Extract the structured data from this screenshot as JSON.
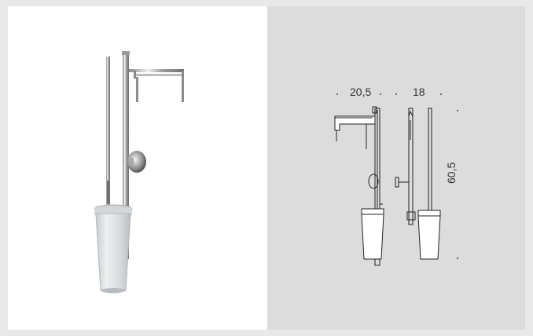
{
  "dimensions": {
    "width_label": "20,5",
    "depth_label": "18",
    "height_label": "60,5"
  },
  "colors": {
    "background": "#e8e8e8",
    "photo_panel": "#ffffff",
    "drawing_panel": "#dcdcdc",
    "chrome": "#b8b8b8",
    "glass": "#d9dde0",
    "line": "#222222"
  },
  "images": {
    "product_photo": "toilet-brush-and-paper-holder-stand-photo",
    "technical_drawing": "front-and-side-technical-drawing"
  }
}
